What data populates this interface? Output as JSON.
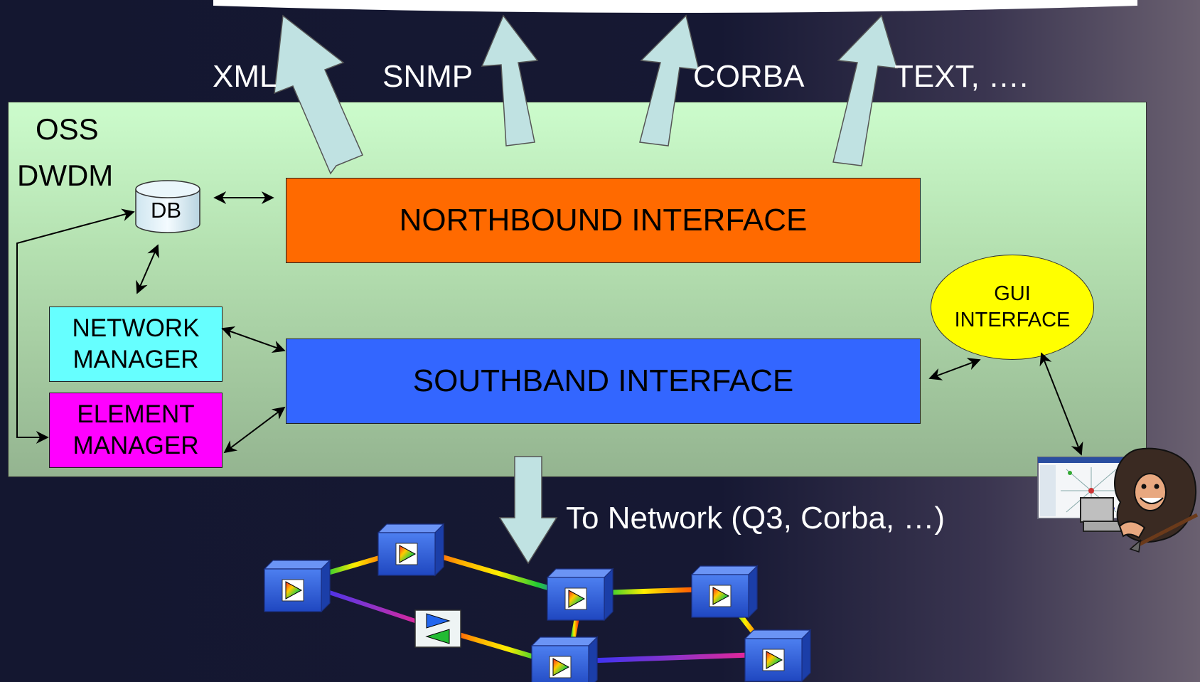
{
  "protocols": [
    "XML",
    "SNMP",
    "CORBA",
    "TEXT, …."
  ],
  "oss_label": "OSS",
  "dwdm_label": "DWDM",
  "db_label": "DB",
  "northbound": "NORTHBOUND INTERFACE",
  "southbound": "SOUTHBAND INTERFACE",
  "network_manager": [
    "NETWORK",
    "MANAGER"
  ],
  "element_manager": [
    "ELEMENT",
    "MANAGER"
  ],
  "gui_interface": [
    "GUI",
    "INTERFACE"
  ],
  "to_network": "To Network (Q3, Corba, …)",
  "colors": {
    "background": "#161833",
    "oss_panel_top": "#ccfccc",
    "oss_panel_bottom": "#94b490",
    "northbound": "#ff6a00",
    "southbound": "#3366ff",
    "network_manager": "#66ffff",
    "element_manager": "#ff00ff",
    "gui_interface": "#ffff00",
    "arrow_fill": "#c0e2e2",
    "node_fill": "#2a5bd7"
  }
}
